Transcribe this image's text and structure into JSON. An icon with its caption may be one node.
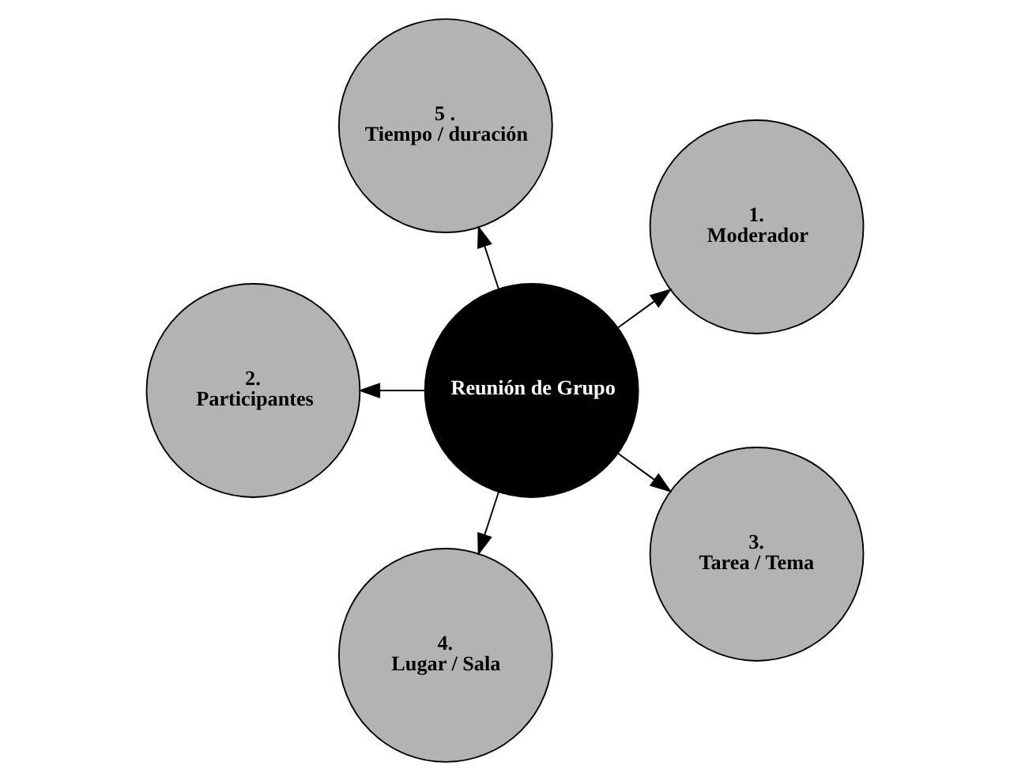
{
  "diagram": {
    "nodes": [
      {
        "text": [
          "1.",
          "Moderador"
        ]
      },
      {
        "text": [
          "5 .",
          "Tiempo / duración"
        ]
      },
      {
        "text": [
          "2.",
          "Participantes"
        ]
      },
      {
        "text": [
          "Reunión de Grupo"
        ]
      },
      {
        "text": [
          "4.",
          "Lugar / Sala"
        ]
      },
      {
        "text": [
          "3.",
          "Tarea / Tema"
        ]
      }
    ],
    "edges": [
      {
        "from": 3,
        "to": 0,
        "arrow": "to"
      },
      {
        "from": 3,
        "to": 2,
        "arrow": "to"
      },
      {
        "from": 3,
        "to": 5,
        "arrow": "to"
      },
      {
        "from": 3,
        "to": 4,
        "arrow": "to"
      },
      {
        "from": 3,
        "to": 1,
        "arrow": "to"
      }
    ]
  }
}
